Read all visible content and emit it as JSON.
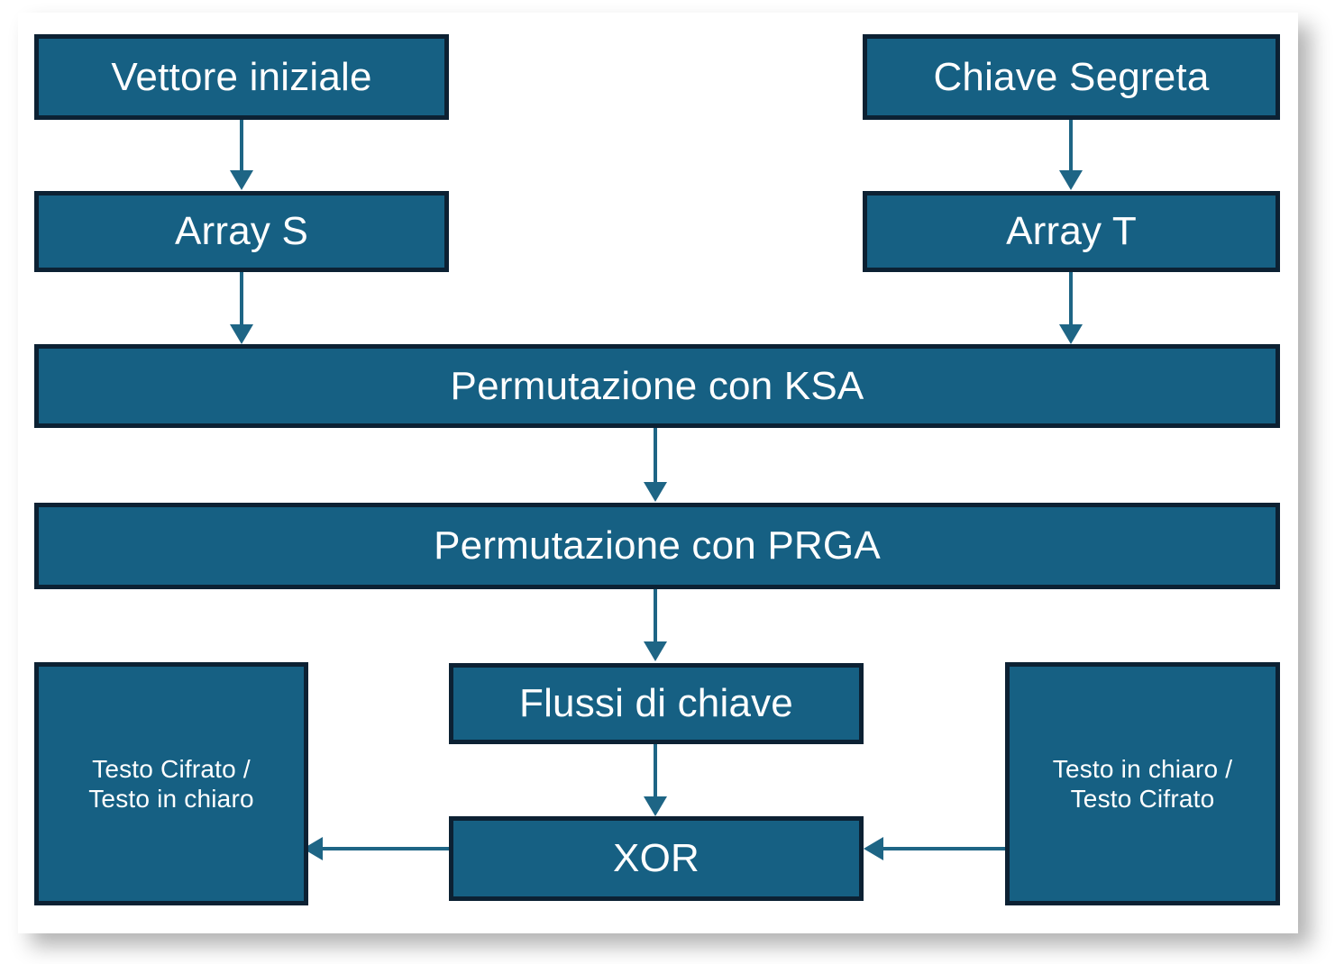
{
  "diagram": {
    "title": "RC4 stream cipher flow diagram",
    "language": "it",
    "colors": {
      "node_fill": "#166083",
      "node_border": "#0c2133",
      "node_text": "#ffffff",
      "connector": "#1e6585",
      "canvas": "#ffffff"
    },
    "nodes": [
      {
        "id": "vettore-iniziale",
        "label": "Vettore iniziale"
      },
      {
        "id": "chiave-segreta",
        "label": "Chiave Segreta"
      },
      {
        "id": "array-s",
        "label": "Array S"
      },
      {
        "id": "array-t",
        "label": "Array T"
      },
      {
        "id": "permutazione-ksa",
        "label": "Permutazione con KSA"
      },
      {
        "id": "permutazione-prga",
        "label": "Permutazione con PRGA"
      },
      {
        "id": "flussi-di-chiave",
        "label": "Flussi di chiave"
      },
      {
        "id": "xor",
        "label": "XOR"
      },
      {
        "id": "testo-cifrato-chiaro",
        "line1": "Testo Cifrato /",
        "line2": "Testo in chiaro"
      },
      {
        "id": "testo-chiaro-cifrato",
        "line1": "Testo in chiaro /",
        "line2": "Testo Cifrato"
      }
    ],
    "edges": [
      {
        "from": "vettore-iniziale",
        "to": "array-s",
        "direction": "down"
      },
      {
        "from": "chiave-segreta",
        "to": "array-t",
        "direction": "down"
      },
      {
        "from": "array-s",
        "to": "permutazione-ksa",
        "direction": "down"
      },
      {
        "from": "array-t",
        "to": "permutazione-ksa",
        "direction": "down"
      },
      {
        "from": "permutazione-ksa",
        "to": "permutazione-prga",
        "direction": "down"
      },
      {
        "from": "permutazione-prga",
        "to": "flussi-di-chiave",
        "direction": "down"
      },
      {
        "from": "flussi-di-chiave",
        "to": "xor",
        "direction": "down"
      },
      {
        "from": "testo-chiaro-cifrato",
        "to": "xor",
        "direction": "left"
      },
      {
        "from": "xor",
        "to": "testo-cifrato-chiaro",
        "direction": "left"
      }
    ]
  }
}
